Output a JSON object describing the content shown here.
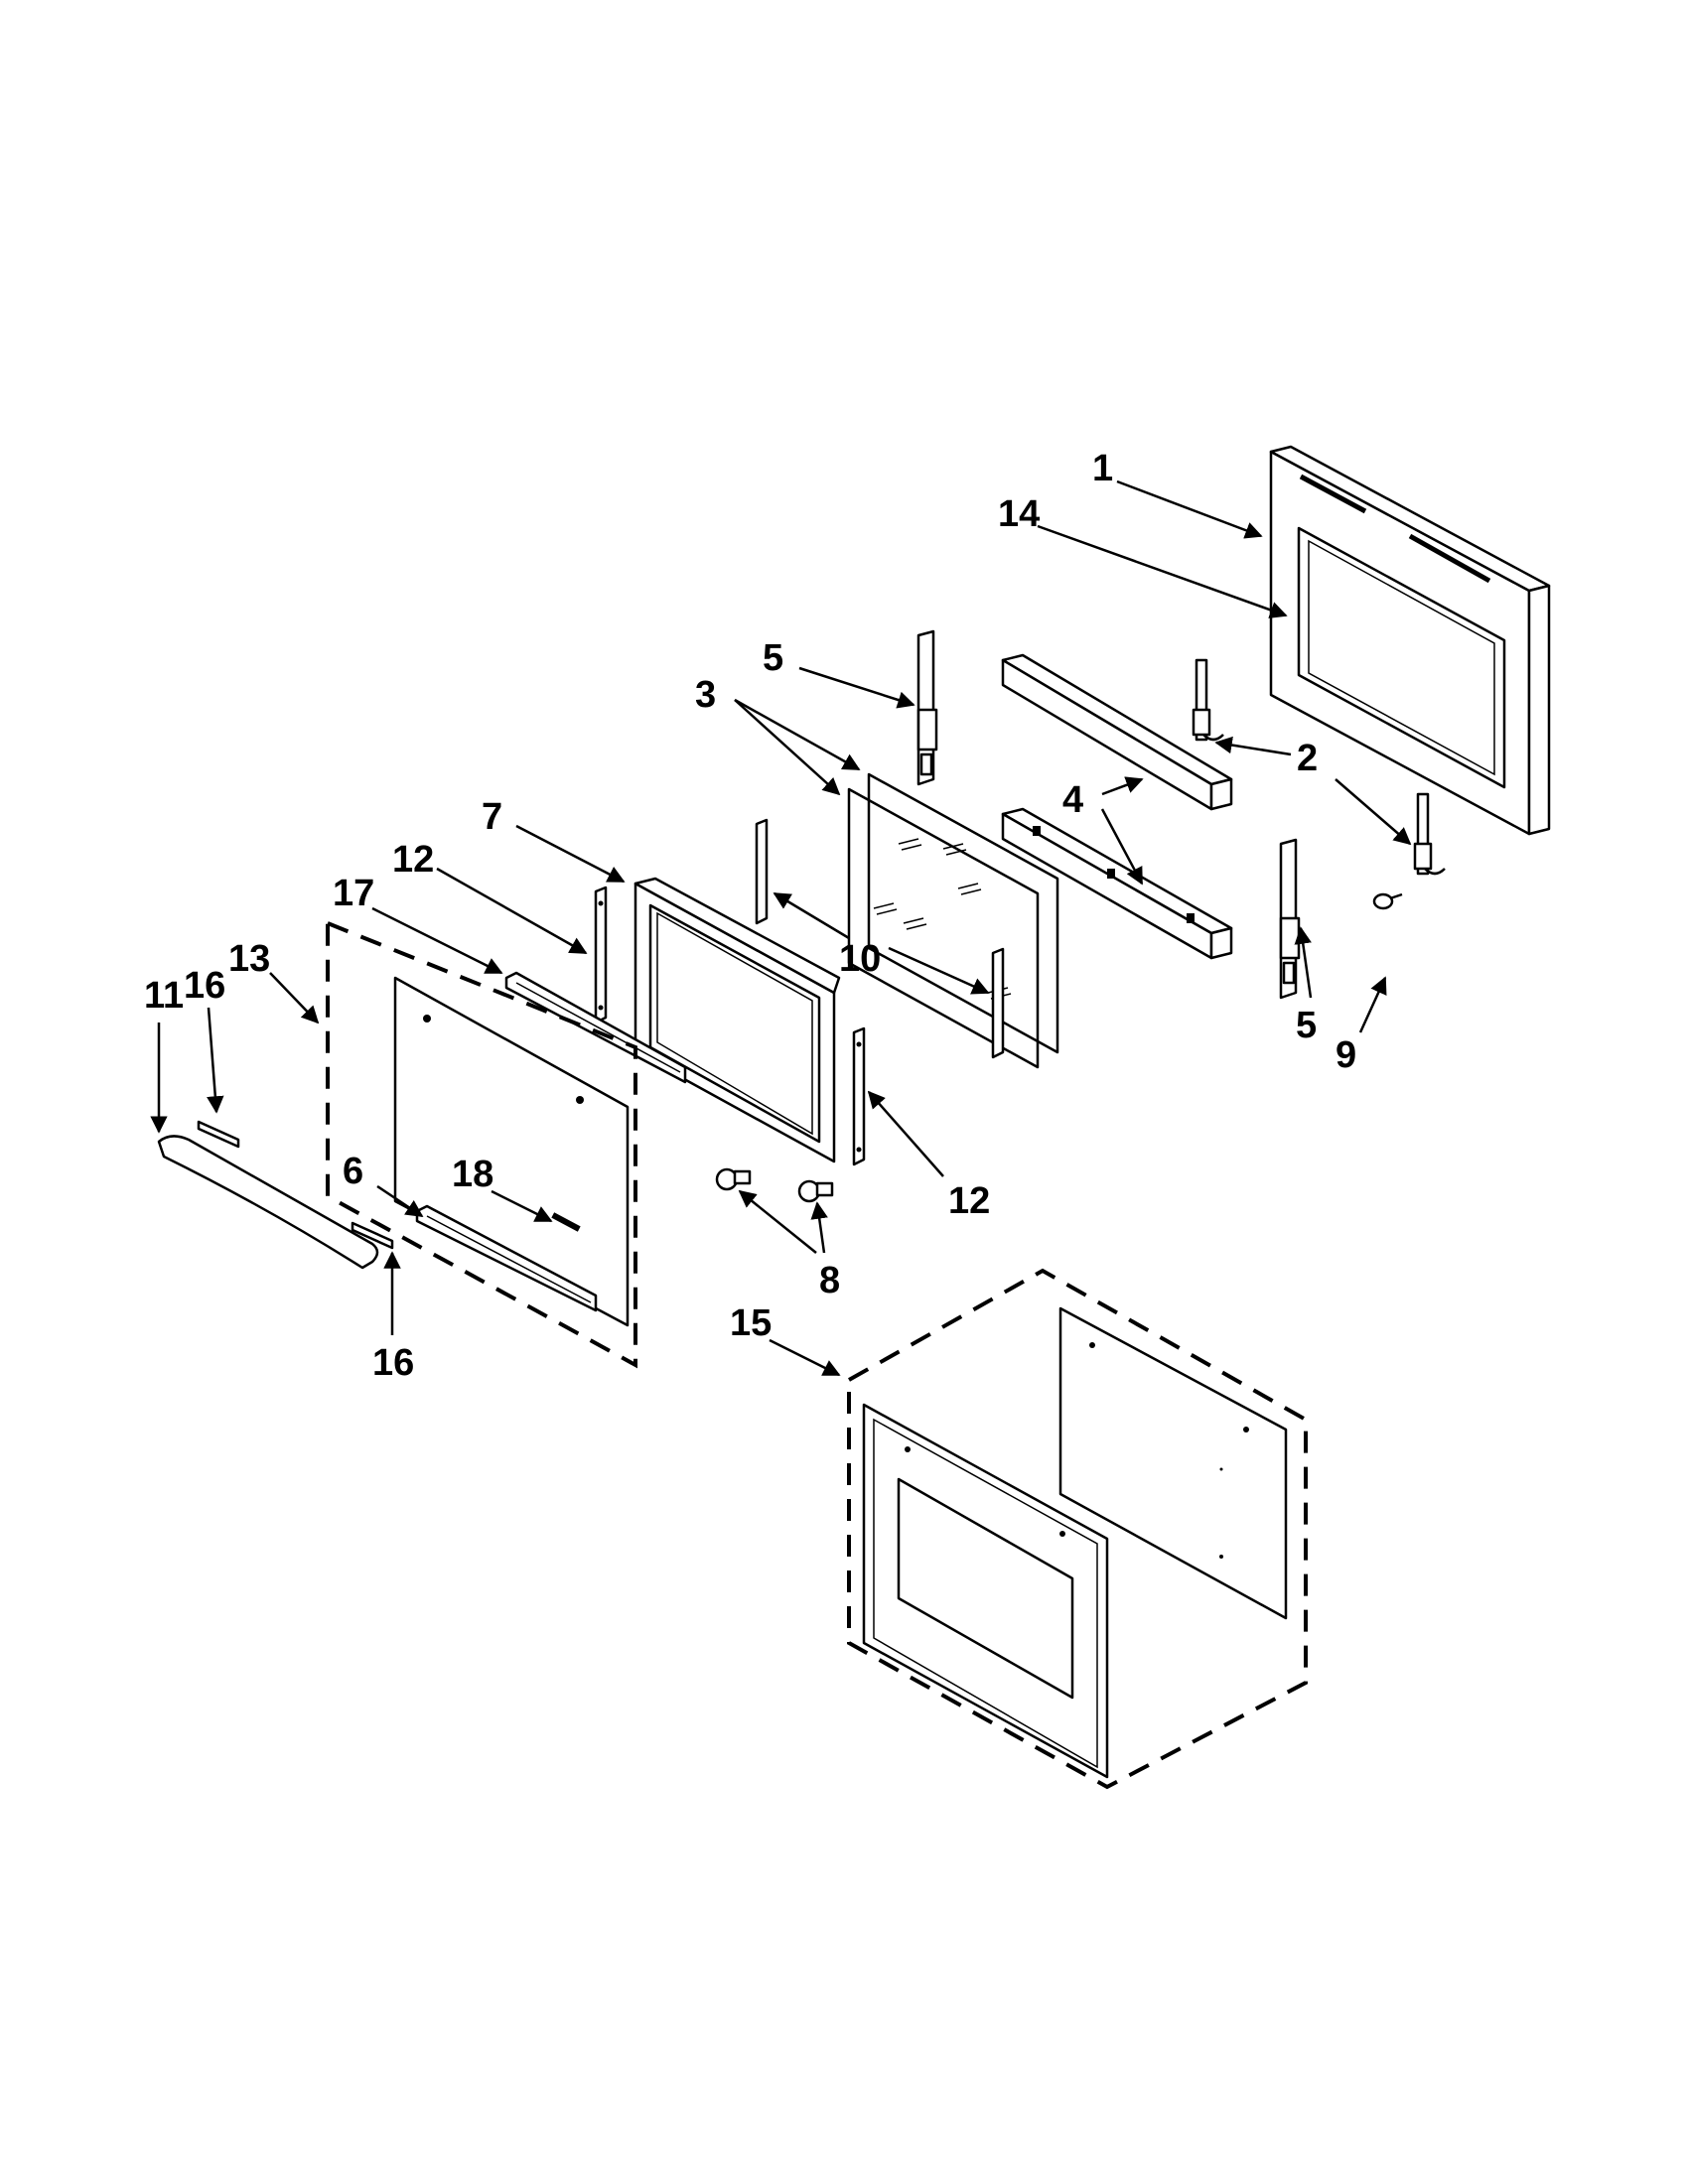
{
  "callouts": {
    "c1": "1",
    "c14": "14",
    "c5a": "5",
    "c3": "3",
    "c2": "2",
    "c4": "4",
    "c7": "7",
    "c12a": "12",
    "c17": "17",
    "c13": "13",
    "c11": "11",
    "c16a": "16",
    "c10": "10",
    "c9": "9",
    "c5b": "5",
    "c6": "6",
    "c18": "18",
    "c8": "8",
    "c12b": "12",
    "c16b": "16",
    "c15": "15"
  }
}
